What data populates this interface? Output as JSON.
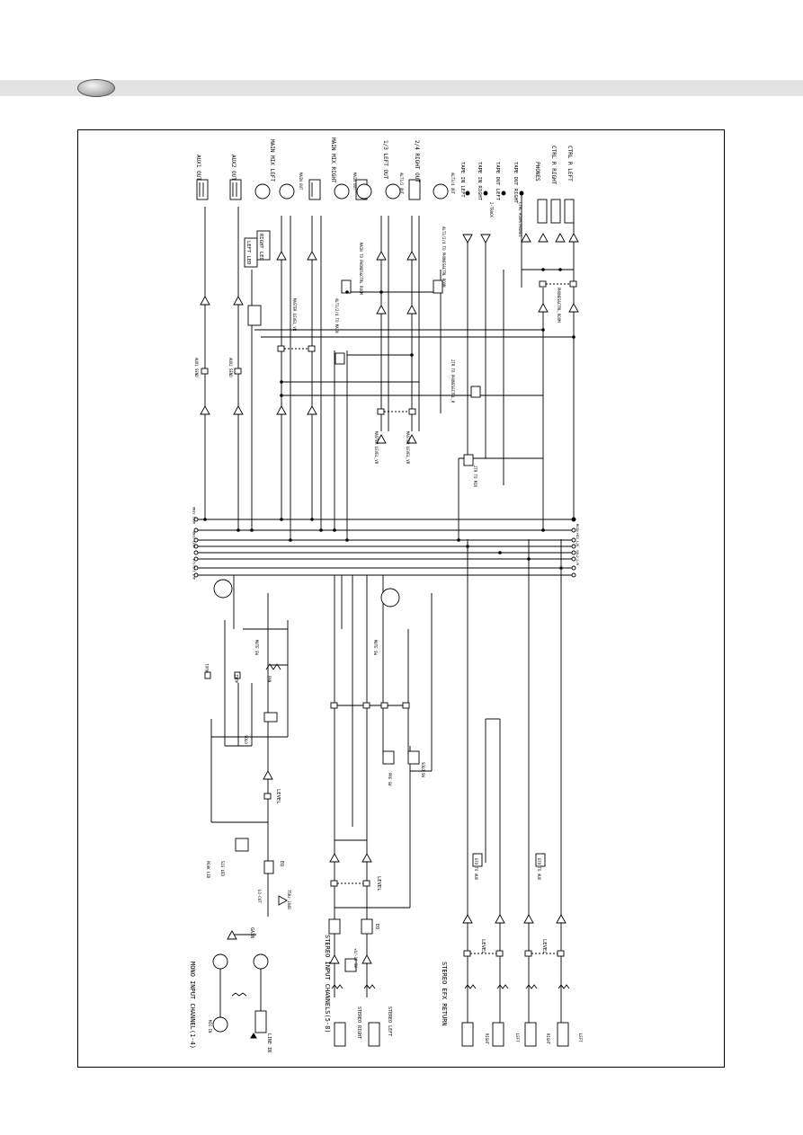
{
  "labels": {
    "aux1_out": "AUX1 OUT",
    "aux2_out": "AUX2 OUT",
    "main_mix_left": "MAIN MIX LEFT",
    "main_mix_right": "MAIN MIX RIGHT",
    "out_13_left": "1/3 LEFT OUT",
    "out_24_right": "2/4 RIGHT OUT",
    "tape_in_left": "TAPE IN LEFT",
    "tape_in_right": "TAPE IN RIGHT",
    "tape_out_left": "TAPE OUT LEFT",
    "tape_out_right": "TAPE OUT RIGHT",
    "phones": "PHONES",
    "ctrl_right": "CTRL R RIGHT",
    "ctrl_left": "CTRL R LEFT",
    "main_out_1": "MAIN OUT",
    "main_out_2": "MAIN OUT",
    "alt_out_1": "ALT1/2 OUT",
    "alt_out_2": "ALT3/4 OUT",
    "two_track": "2-TRACK",
    "ctrl_room_phones": "CTRL ROOM/PHONES",
    "left_led": "LEFT LED",
    "right_led": "RIGHT LED",
    "aux1_send": "AUX1 SEND",
    "aux2_send": "AUX2 SEND",
    "master_level_vr": "MASTER LEVEL_VR",
    "alt_to_main": "ALT1/2/4 TO MAIN",
    "main_to_phones": "MAIN TO PHONES&CTRL ROOM",
    "alt_to_phones": "ALT1/2/4 TO PHONES&CTRL ROOM",
    "master_level_l": "MASTER LEVEL_VR",
    "master_level_r": "MASTER LEVEL_VR",
    "two_tr_to_phones": "2TR TO PHONES&CTRL_R",
    "phones_ctrl_room": "PHONES&CTRL_ROOM",
    "two_tr_to_mix": "2TR TO MIX",
    "bus_aux1": "AUX1 SEND",
    "bus_aux2": "AUX2 SEND",
    "bus_alt": "ALT 1/2/3/4",
    "bus_main": "MAIN MIX L/R",
    "bus_solo": "SOLO L/R",
    "aux1": "AUX1",
    "aux2": "AUX2",
    "pan": "PAN",
    "mute_sw": "MUTE SW",
    "mute_sw_2": "MUTE SW",
    "solo": "SOLO",
    "solo_sw": "SOLO SW",
    "level": "LEVEL",
    "level_2": "LEVEL",
    "level_3": "LEVEL",
    "level_4": "LEVEL",
    "peak_led": "PEAK LED",
    "sig_led": "SIG LED",
    "eq": "EQ",
    "eq_2": "EQ",
    "lo_cut": "LO-CUT",
    "lo_cut_freq": "75Hz-18dB",
    "gain": "GAIN",
    "pre_sw": "PRE SW",
    "efx_to_aux": "EFX TO AUX",
    "efx_to_aux_2": "EFX TO AUX",
    "mono_input": "MONO INPUT CHANNEL(1-4)",
    "stereo_input": "STEREO INPUT CHANNELS(5-8)",
    "stereo_efx": "STEREO EFX RETURN",
    "mic_in": "MIC IN",
    "line_in": "LINE IN",
    "stereo_right": "STEREO RIGHT",
    "stereo_left": "STEREO LEFT",
    "plus4_minus10": "+4/-10 SW",
    "right": "RIGHT",
    "left": "LEFT",
    "right_2": "RIGHT",
    "left_2": "LEFT"
  }
}
